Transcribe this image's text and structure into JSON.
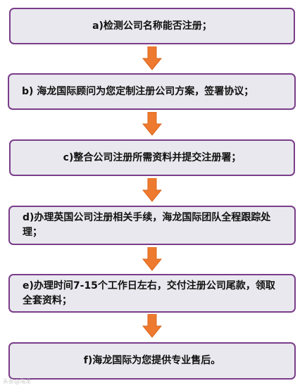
{
  "steps": [
    {
      "text": "a)检测公司名称能否注册；"
    },
    {
      "text": "b)  海龙国际顾问为您定制注册公司方案，签署协议；"
    },
    {
      "text": "c)整合公司注册所需资料并提交注册署；"
    },
    {
      "text": "d)办理英国公司注册相关手续，海龙国际团队全程跟踪处理；"
    },
    {
      "text": "e)办理时间7-15个工作日左右，交付注册公司尾款，领取全套资料；"
    },
    {
      "text": "f)海龙国际为您提供专业售后。"
    }
  ],
  "watermark": "头条@海龙",
  "colors": {
    "box_fill": "#e9e8ee",
    "box_border": "#7a3d8a",
    "arrow_fill": "#ee7a2f"
  }
}
